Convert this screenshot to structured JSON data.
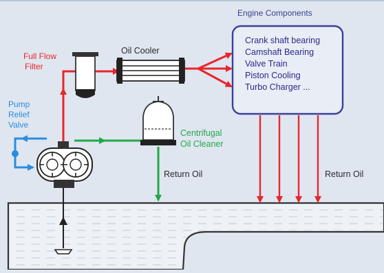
{
  "labels": {
    "engine_components_title": "Engine Components",
    "oil_cooler": "Oil Cooler",
    "full_flow_filter_line1": "Full Flow",
    "full_flow_filter_line2": "Filter",
    "pump_relief_line1": "Pump",
    "pump_relief_line2": "Relief",
    "pump_relief_line3": "Valve",
    "centrifugal_line1": "Centrifugal",
    "centrifugal_line2": "Oil Cleaner",
    "return_oil_left": "Return Oil",
    "return_oil_right": "Return Oil"
  },
  "engine_components": [
    "Crank shaft bearing",
    "Camshaft Bearing",
    "Valve Train",
    "Piston Cooling",
    "Turbo Charger ..."
  ],
  "colors": {
    "background": "#dfe6f0",
    "pressure_line": "#e8262b",
    "relief_line": "#2a8de0",
    "cleaner_line": "#23a84a",
    "return_line": "#e8262b",
    "box_border": "#3b3f9a",
    "text_dark": "#2a2a2a",
    "sump_fill": "#eef1f6",
    "sump_border": "#333333"
  }
}
